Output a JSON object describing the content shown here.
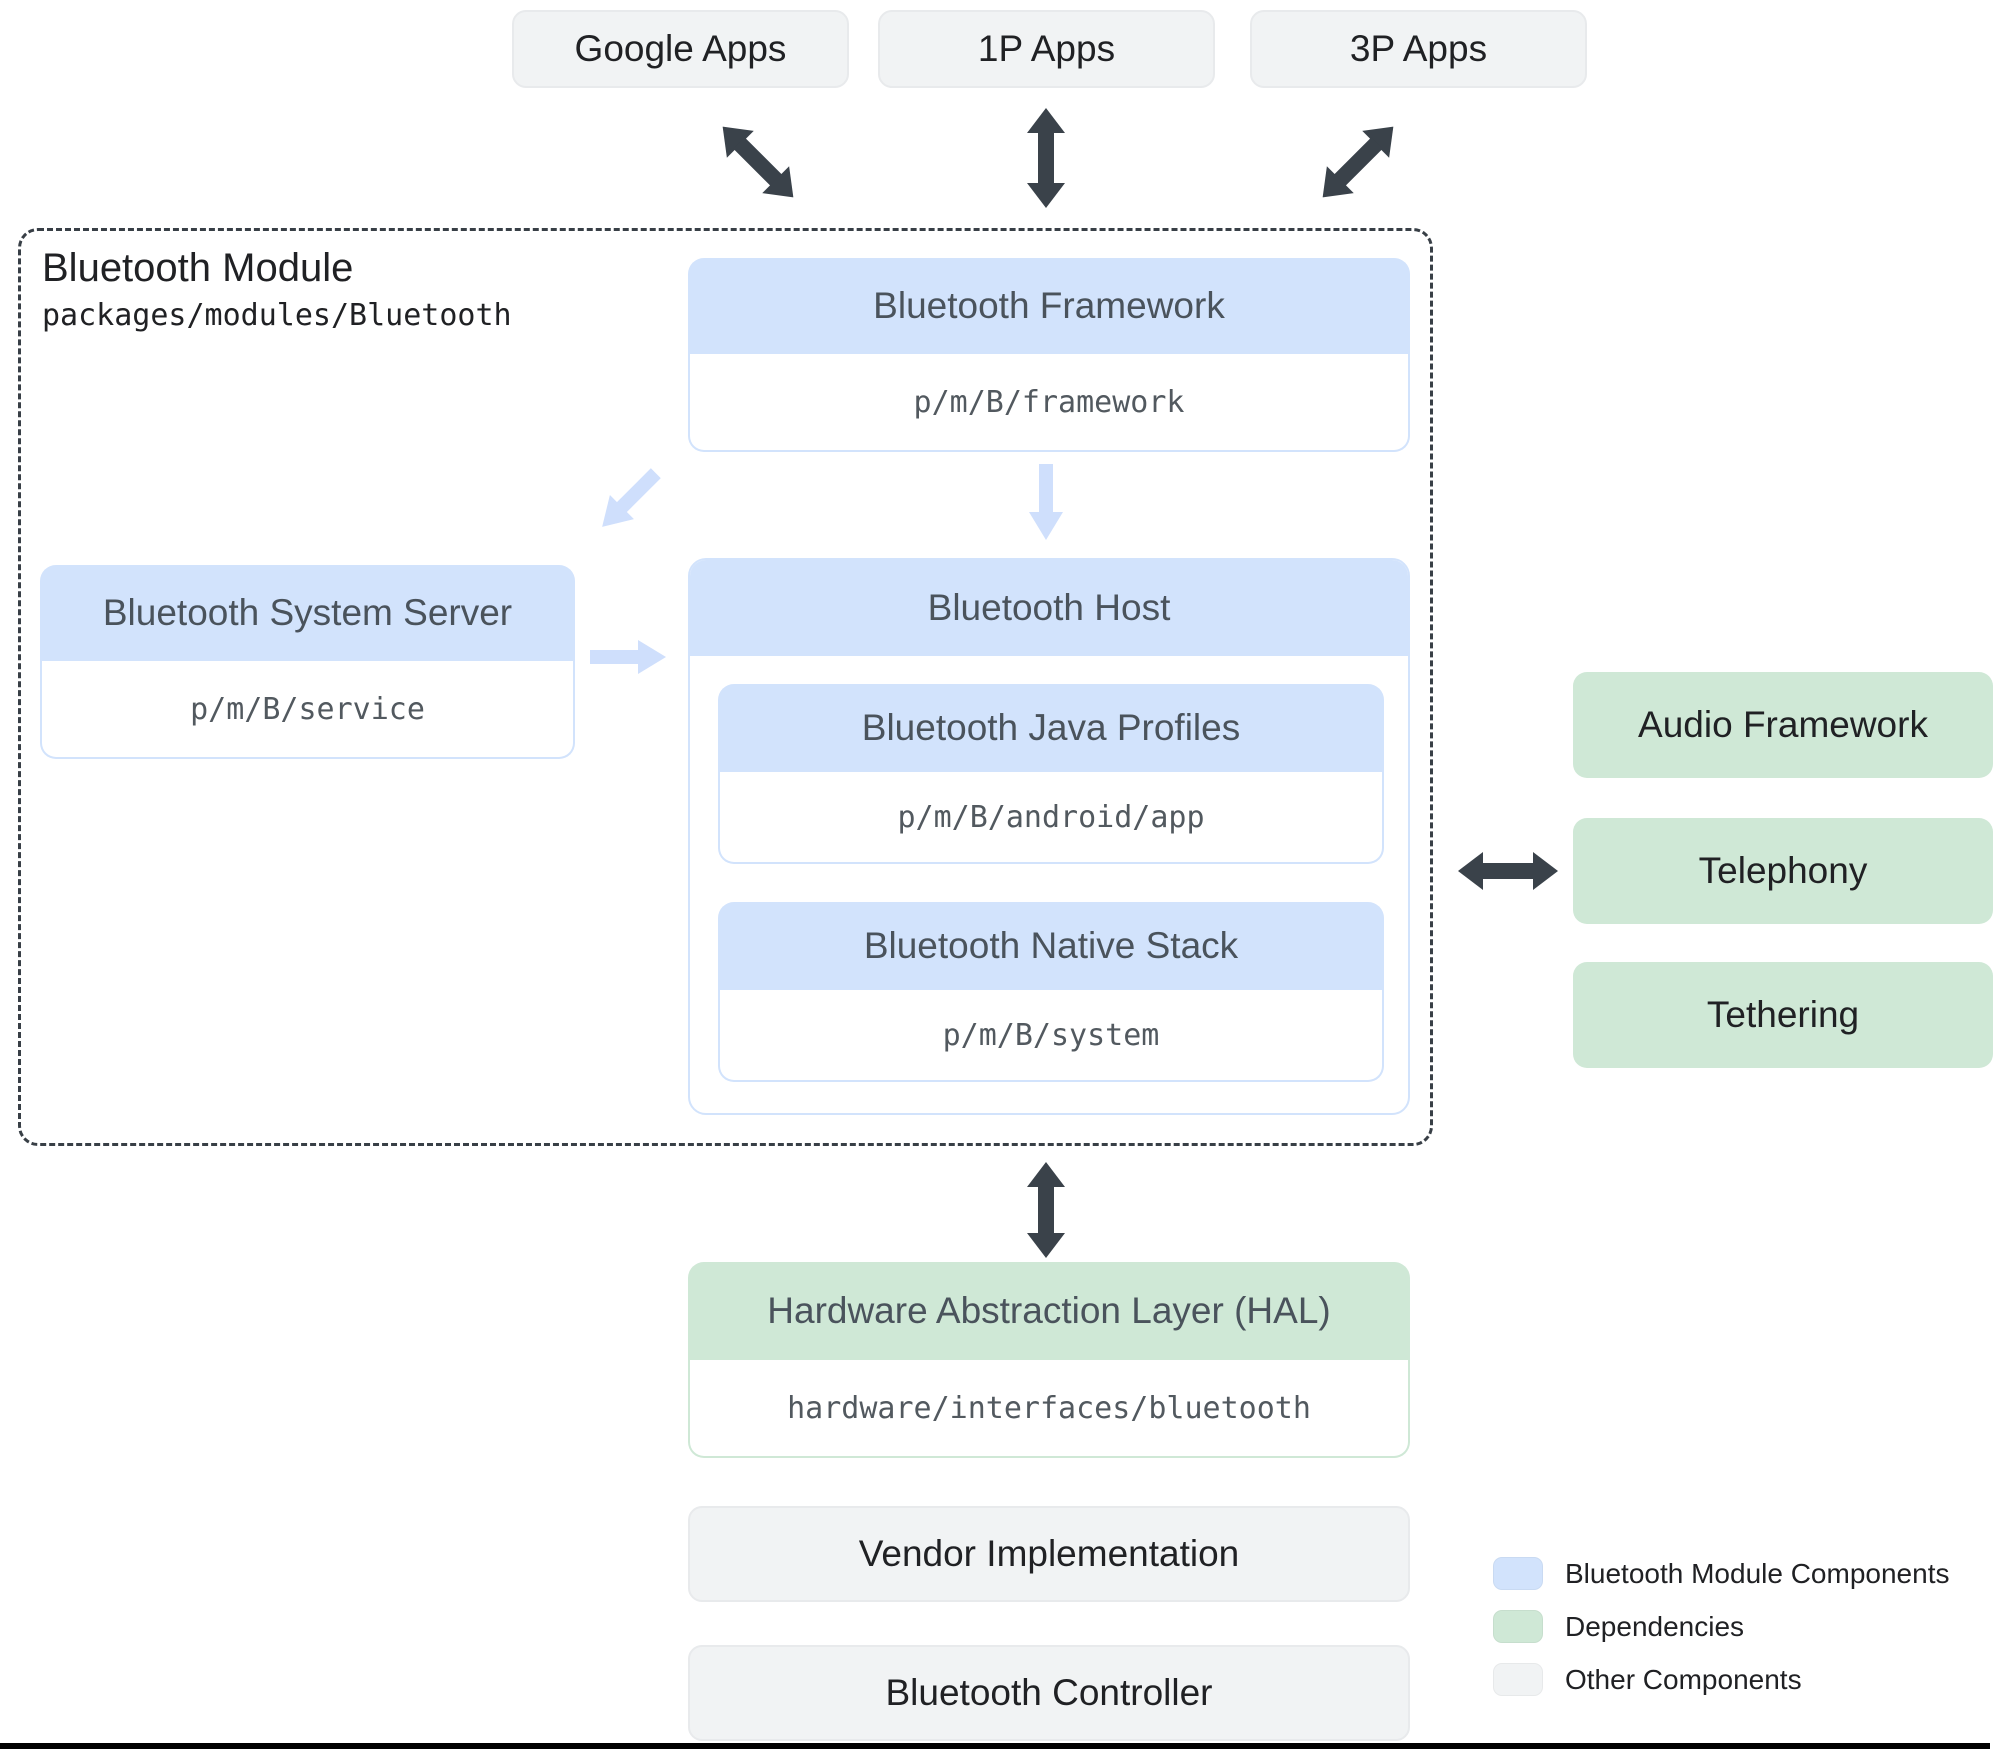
{
  "top_apps": [
    {
      "label": "Google Apps"
    },
    {
      "label": "1P Apps"
    },
    {
      "label": "3P Apps"
    }
  ],
  "module": {
    "title": "Bluetooth Module",
    "path": "packages/modules/Bluetooth",
    "framework": {
      "title": "Bluetooth Framework",
      "path": "p/m/B/framework"
    },
    "system_server": {
      "title": "Bluetooth System Server",
      "path": "p/m/B/service"
    },
    "host": {
      "title": "Bluetooth Host",
      "children": [
        {
          "title": "Bluetooth Java Profiles",
          "path": "p/m/B/android/app"
        },
        {
          "title": "Bluetooth Native Stack",
          "path": "p/m/B/system"
        }
      ]
    }
  },
  "dependencies": [
    {
      "label": "Audio Framework"
    },
    {
      "label": "Telephony"
    },
    {
      "label": "Tethering"
    }
  ],
  "hal": {
    "title": "Hardware Abstraction Layer (HAL)",
    "path": "hardware/interfaces/bluetooth"
  },
  "other": [
    {
      "label": "Vendor Implementation"
    },
    {
      "label": "Bluetooth Controller"
    }
  ],
  "legend": [
    {
      "label": "Bluetooth Module Components",
      "color": "#d2e3fc"
    },
    {
      "label": "Dependencies",
      "color": "#cfe8d6"
    },
    {
      "label": "Other Components",
      "color": "#f1f3f4"
    }
  ],
  "colors": {
    "module_component": "#d2e3fc",
    "dependency": "#cfe8d6",
    "other_component": "#f1f3f4",
    "dark_arrow": "#3a424a",
    "light_arrow": "#cfdffc"
  }
}
